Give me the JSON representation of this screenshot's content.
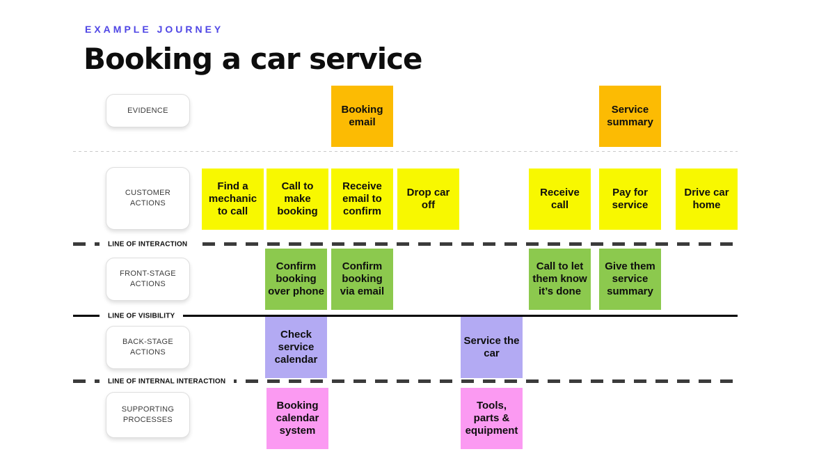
{
  "header": {
    "eyebrow": "EXAMPLE JOURNEY",
    "title": "Booking a car service"
  },
  "colors": {
    "accent": "#4F46E5",
    "evidence-note": "#FCBB03",
    "customer-note": "#F8F800",
    "frontstage-note": "#8CC94E",
    "backstage-note": "#B3AAF3",
    "supporting-note": "#FB9AF2",
    "line-dark": "#3B3B3B"
  },
  "rows": {
    "evidence": {
      "label": "EVIDENCE",
      "notes": [
        {
          "text": "Booking email"
        },
        {
          "text": "Service summary"
        }
      ]
    },
    "customer": {
      "label": "CUSTOMER ACTIONS",
      "notes": [
        {
          "text": "Find a mechanic to call"
        },
        {
          "text": "Call to make booking"
        },
        {
          "text": "Receive email to confirm"
        },
        {
          "text": "Drop car off"
        },
        {
          "text": "Receive call"
        },
        {
          "text": "Pay for service"
        },
        {
          "text": "Drive car home"
        }
      ]
    },
    "frontstage": {
      "label": "FRONT-STAGE ACTIONS",
      "notes": [
        {
          "text": "Confirm booking over phone"
        },
        {
          "text": "Confirm booking via email"
        },
        {
          "text": "Call to let them know it’s done"
        },
        {
          "text": "Give them service summary"
        }
      ]
    },
    "backstage": {
      "label": "BACK-STAGE ACTIONS",
      "notes": [
        {
          "text": "Check service calendar"
        },
        {
          "text": "Service the car"
        }
      ]
    },
    "supporting": {
      "label": "SUPPORTING PROCESSES",
      "notes": [
        {
          "text": "Booking calendar system"
        },
        {
          "text": "Tools, parts & equipment"
        }
      ]
    }
  },
  "separators": {
    "interaction": "LINE OF INTERACTION",
    "visibility": "LINE OF VISIBILITY",
    "internal": "LINE OF INTERNAL INTERACTION"
  }
}
